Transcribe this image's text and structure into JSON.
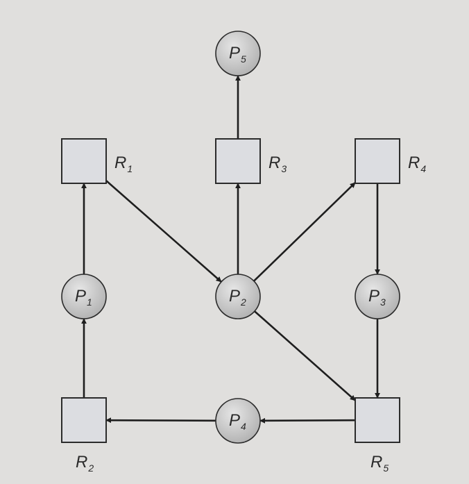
{
  "processes": [
    {
      "id": "P5",
      "label": "P",
      "sub": "5"
    },
    {
      "id": "P1",
      "label": "P",
      "sub": "1"
    },
    {
      "id": "P2",
      "label": "P",
      "sub": "2"
    },
    {
      "id": "P3",
      "label": "P",
      "sub": "3"
    },
    {
      "id": "P4",
      "label": "P",
      "sub": "4"
    }
  ],
  "resources": [
    {
      "id": "R1",
      "label": "R",
      "sub": "1"
    },
    {
      "id": "R3",
      "label": "R",
      "sub": "3"
    },
    {
      "id": "R4",
      "label": "R",
      "sub": "4"
    },
    {
      "id": "R2",
      "label": "R",
      "sub": "2"
    },
    {
      "id": "R5",
      "label": "R",
      "sub": "5"
    }
  ],
  "edges": [
    {
      "from": "R3",
      "to": "P5"
    },
    {
      "from": "P1",
      "to": "R1"
    },
    {
      "from": "R1",
      "to": "P2"
    },
    {
      "from": "P2",
      "to": "R3"
    },
    {
      "from": "P2",
      "to": "R4"
    },
    {
      "from": "R4",
      "to": "P3"
    },
    {
      "from": "P2",
      "to": "R5"
    },
    {
      "from": "P3",
      "to": "R5"
    },
    {
      "from": "R2",
      "to": "P1"
    },
    {
      "from": "R5",
      "to": "P4"
    },
    {
      "from": "P4",
      "to": "R2"
    }
  ],
  "colors": {
    "background": "#e0dfdd",
    "node_fill": "#c9c9c9",
    "box_fill": "#dcdde1",
    "stroke": "#2b2b2b"
  }
}
